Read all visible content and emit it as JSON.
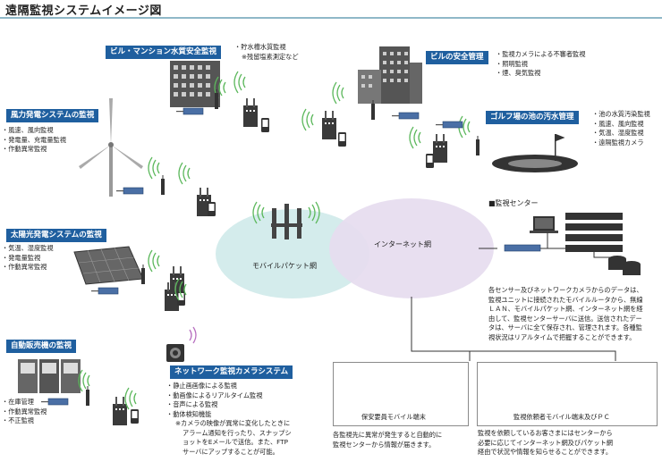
{
  "title": "遠隔監視システムイメージ図",
  "sections": {
    "building_water": {
      "label": "ビル・マンション水質安全監視",
      "items": [
        "貯水槽水質監視"
      ],
      "note": "※残留塩素測定など"
    },
    "building_safety": {
      "label": "ビルの安全管理",
      "items": [
        "監視カメラによる不審者監視",
        "照明監視",
        "煙、臭気監視"
      ]
    },
    "wind": {
      "label": "風力発電システムの監視",
      "items": [
        "風速、風向監視",
        "発電量、充電量監視",
        "作動異常監視"
      ]
    },
    "golf": {
      "label": "ゴルフ場の池の汚水管理",
      "items": [
        "池の水質汚染監視",
        "風速、風向監視",
        "気温、湿度監視",
        "遠隔監視カメラ"
      ]
    },
    "solar": {
      "label": "太陽光発電システムの監視",
      "items": [
        "気温、湿度監視",
        "発電量監視",
        "作動異常監視"
      ]
    },
    "vending": {
      "label": "自動販売機の監視",
      "items": [
        "在庫管理",
        "作動異常監視",
        "不正監視"
      ]
    },
    "camera": {
      "label": "ネットワーク監視カメラシステム",
      "items": [
        "静止画画像による監視",
        "動画像によるリアルタイム監視",
        "音声による監視",
        "動体検知機能"
      ],
      "note_lines": [
        "※カメラの映像が異常に変化したときに",
        "アラーム通知を行ったり、スナップシ",
        "ョットをEメールで送信。また、FTP",
        "サーバにアップすることが可能。"
      ]
    }
  },
  "networks": {
    "mobile": "モバイルパケット網",
    "internet": "インターネット網"
  },
  "center": {
    "label": "■監視センター",
    "description_lines": [
      "各センサー及びネットワークカメラからのデータは、",
      "監視ユニットに接続されたモバイルルータから、無線",
      "ＬＡＮ、モバイルパケット網、インターネット網を経",
      "由して、監視センターサーバに送信。送信されたデー",
      "タは、サーバに全て保存され、管理されます。各種監",
      "視状況はリアルタイムで把握することができます。"
    ]
  },
  "terminals": {
    "maintenance": {
      "label": "保安要員モバイル端末",
      "description_lines": [
        "各監視先に異常が発生すると自動的に",
        "監視センターから情報が届きます。"
      ]
    },
    "client": {
      "label": "監視依頼者モバイル端末及びＰＣ",
      "description_lines": [
        "監視を依頼しているお客さまにはセンターから",
        "必要に応じてインターネット網及びパケット網",
        "経由で状況や情報を知らせることができます。"
      ]
    }
  },
  "colors": {
    "label_bg": "#1f5f9f",
    "cloud_mobile": "#d4ecec",
    "cloud_internet": "#e6dcef",
    "wave": "#5cb85c",
    "device_blue": "#4a6fa5"
  }
}
